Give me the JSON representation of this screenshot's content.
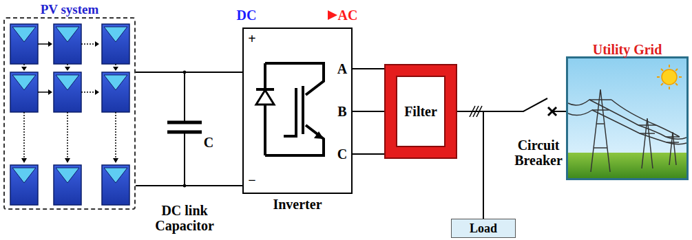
{
  "diagram": {
    "nodes": [
      {
        "text": [
          "PV system"
        ]
      },
      {
        "text": [
          "Inverter"
        ]
      },
      {
        "text": [
          "Filter"
        ]
      },
      {
        "text": [
          "Load"
        ]
      },
      {
        "text": [
          "Utility Grid"
        ]
      }
    ],
    "edges": [
      {
        "from": 0,
        "to": 1,
        "arrow": "none"
      },
      {
        "from": 1,
        "to": 2,
        "arrow": "none"
      },
      {
        "from": 2,
        "to": 4,
        "arrow": "none"
      },
      {
        "from": 2,
        "to": 3,
        "arrow": "none"
      }
    ],
    "labels": [
      "DC",
      "AC",
      "C",
      "DC link Capacitor",
      "+",
      "−",
      "A",
      "B",
      "C",
      "Circuit Breaker"
    ]
  }
}
